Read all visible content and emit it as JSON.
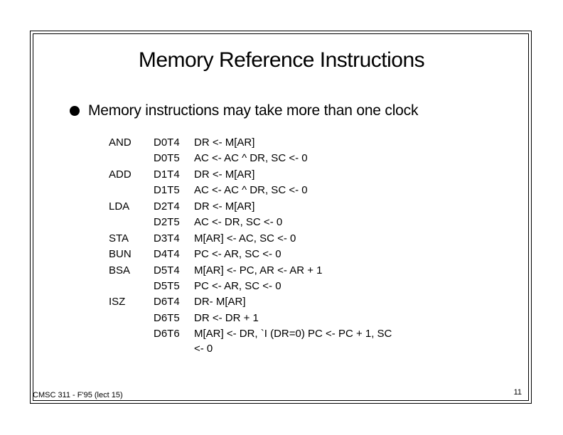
{
  "slide": {
    "title": "Memory Reference Instructions",
    "bullet": "Memory instructions may take more than one clock",
    "rows": [
      {
        "op": "AND",
        "timing": "D0T4",
        "action": "DR <- M[AR]"
      },
      {
        "op": "",
        "timing": "D0T5",
        "action": "AC <- AC ^ DR, SC <- 0"
      },
      {
        "op": "ADD",
        "timing": "D1T4",
        "action": "DR <-  M[AR]"
      },
      {
        "op": "",
        "timing": "D1T5",
        "action": "AC <- AC ^ DR, SC <- 0"
      },
      {
        "op": "LDA",
        "timing": "D2T4",
        "action": "DR <- M[AR]"
      },
      {
        "op": "",
        "timing": "D2T5",
        "action": "AC <- DR, SC <- 0"
      },
      {
        "op": "STA",
        "timing": "D3T4",
        "action": "M[AR] <- AC, SC <- 0"
      },
      {
        "op": "BUN",
        "timing": "D4T4",
        "action": "PC <- AR, SC <- 0"
      },
      {
        "op": "BSA",
        "timing": "D5T4",
        "action": "M[AR] <- PC,  AR <- AR + 1"
      },
      {
        "op": "",
        "timing": "D5T5",
        "action": "PC <- AR, SC <- 0"
      },
      {
        "op": "ISZ",
        "timing": "D6T4",
        "action": "DR- M[AR]"
      },
      {
        "op": "",
        "timing": "D6T5",
        "action": "DR <- DR + 1"
      },
      {
        "op": "",
        "timing": "D6T6",
        "action": "M[AR] <- DR, `I (DR=0) PC <- PC + 1, SC"
      }
    ],
    "continuation": "<- 0",
    "footer": "CMSC 311 - F'95 (lect 15)",
    "page_number": "11"
  }
}
